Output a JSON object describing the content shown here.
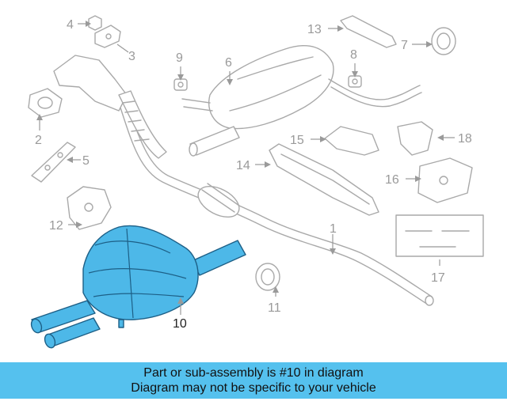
{
  "diagram": {
    "callouts": {
      "c1": "1",
      "c2": "2",
      "c3": "3",
      "c4": "4",
      "c5": "5",
      "c6": "6",
      "c7": "7",
      "c8": "8",
      "c9": "9",
      "c10": "10",
      "c11": "11",
      "c12": "12",
      "c13": "13",
      "c14": "14",
      "c15": "15",
      "c16": "16",
      "c17": "17",
      "c18": "18"
    },
    "highlighted_part": "10",
    "highlight_color": "#4db8e8",
    "outline_color": "#a9a9a9"
  },
  "banner": {
    "line1": "Part or sub-assembly is #10 in diagram",
    "line2": "Diagram may not be specific to your vehicle",
    "color": "#55c1ee"
  }
}
